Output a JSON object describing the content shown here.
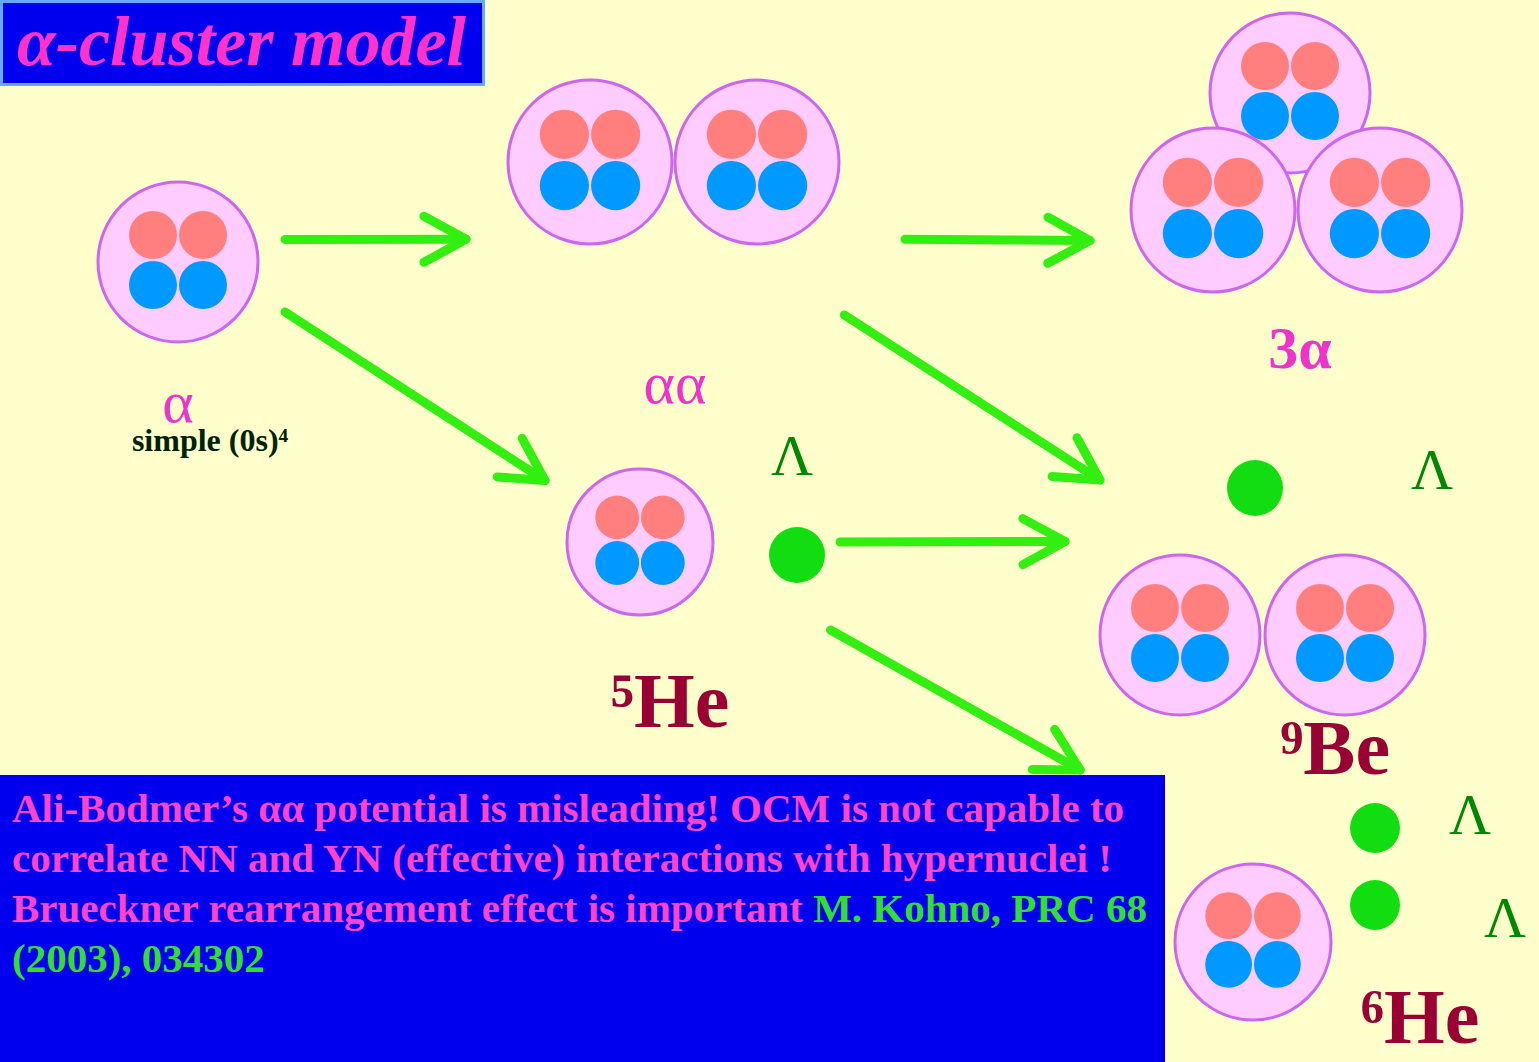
{
  "diagram": {
    "title": "α-cluster model",
    "nodes": [
      {
        "text": [
          "α",
          "simple (0s)⁴"
        ]
      },
      {
        "text": [
          "αα"
        ]
      },
      {
        "text": [
          "3α"
        ]
      },
      {
        "text": [
          "Λ",
          "⁵He"
        ]
      },
      {
        "text": [
          "Λ",
          "⁹Be"
        ]
      },
      {
        "text": [
          "Ali-Bodmer’s αα potential is misleading! OCM is not capable to correlate NN and YN (effective) interactions with hypernuclei ! Brueckner rearrangement effect is important",
          "M. Kohno, PRC 68 (2003), 034302"
        ]
      },
      {
        "text": [
          "Λ",
          "Λ",
          "⁶He"
        ]
      }
    ],
    "edges": [
      {
        "from": 0,
        "to": 1,
        "arrow": "to"
      },
      {
        "from": 1,
        "to": 2,
        "arrow": "to"
      },
      {
        "from": 0,
        "to": 3,
        "arrow": "to"
      },
      {
        "from": 1,
        "to": 4,
        "arrow": "to"
      },
      {
        "from": 3,
        "to": 4,
        "arrow": "to"
      },
      {
        "from": 3,
        "to": 6,
        "arrow": "to"
      }
    ]
  }
}
